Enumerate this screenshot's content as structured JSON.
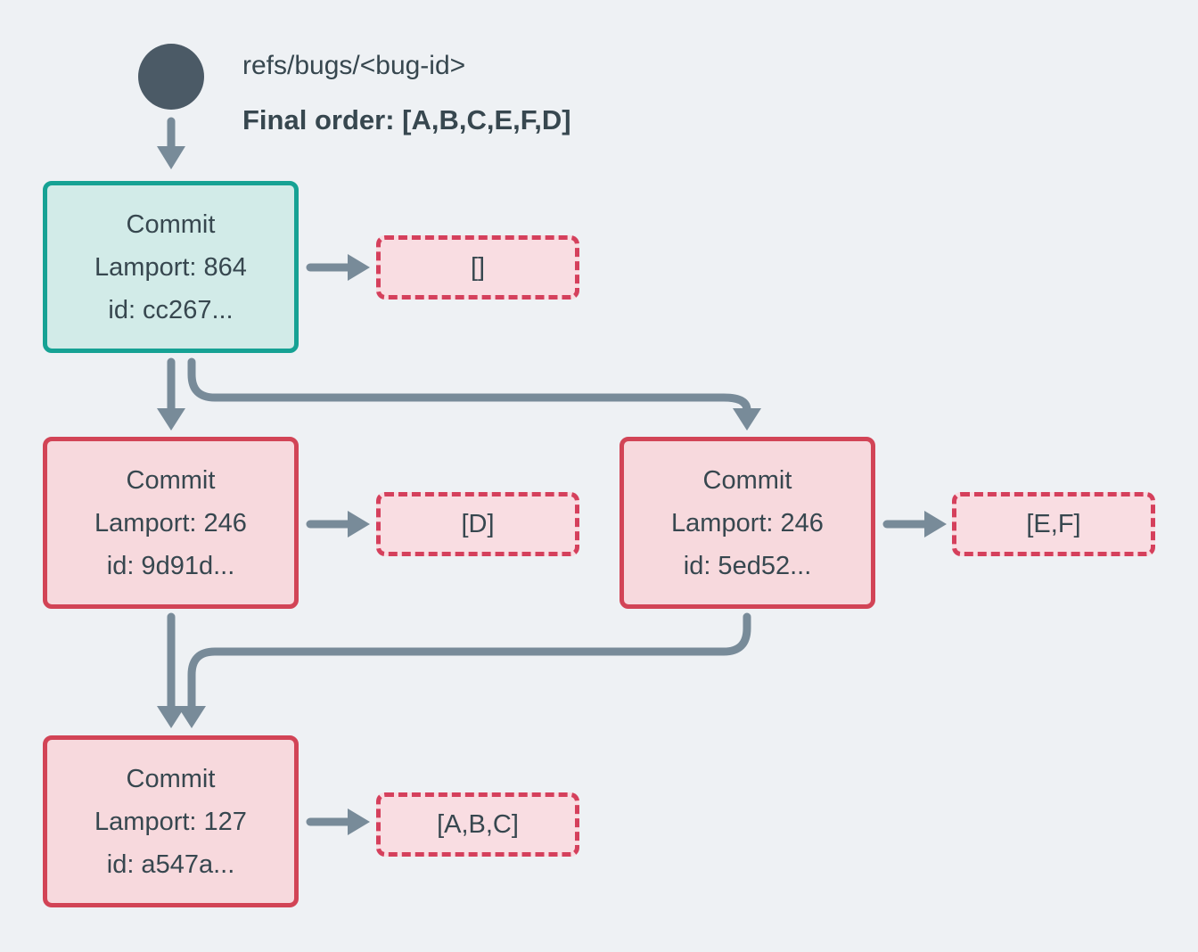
{
  "header": {
    "ref": "refs/bugs/<bug-id>",
    "final_order": "Final order: [A,B,C,E,F,D]"
  },
  "commits": [
    {
      "title": "Commit",
      "lamport": "Lamport: 864",
      "id": "id: cc267...",
      "ops": "[]",
      "role": "head"
    },
    {
      "title": "Commit",
      "lamport": "Lamport: 246",
      "id": "id: 9d91d...",
      "ops": "[D]",
      "role": "normal"
    },
    {
      "title": "Commit",
      "lamport": "Lamport: 246",
      "id": "id: 5ed52...",
      "ops": "[E,F]",
      "role": "normal"
    },
    {
      "title": "Commit",
      "lamport": "Lamport: 127",
      "id": "id: a547a...",
      "ops": "[A,B,C]",
      "role": "normal"
    }
  ],
  "colors": {
    "bg": "#eef1f4",
    "node": "#4b5a66",
    "text": "#37474f",
    "teal_border": "#16a294",
    "teal_fill": "#d2ebe8",
    "red_border": "#d24456",
    "red_dashed": "#d5405c",
    "pink_fill": "#f7d9dd",
    "pink_dashed_fill": "#f9dde2",
    "arrow": "#788b99"
  }
}
